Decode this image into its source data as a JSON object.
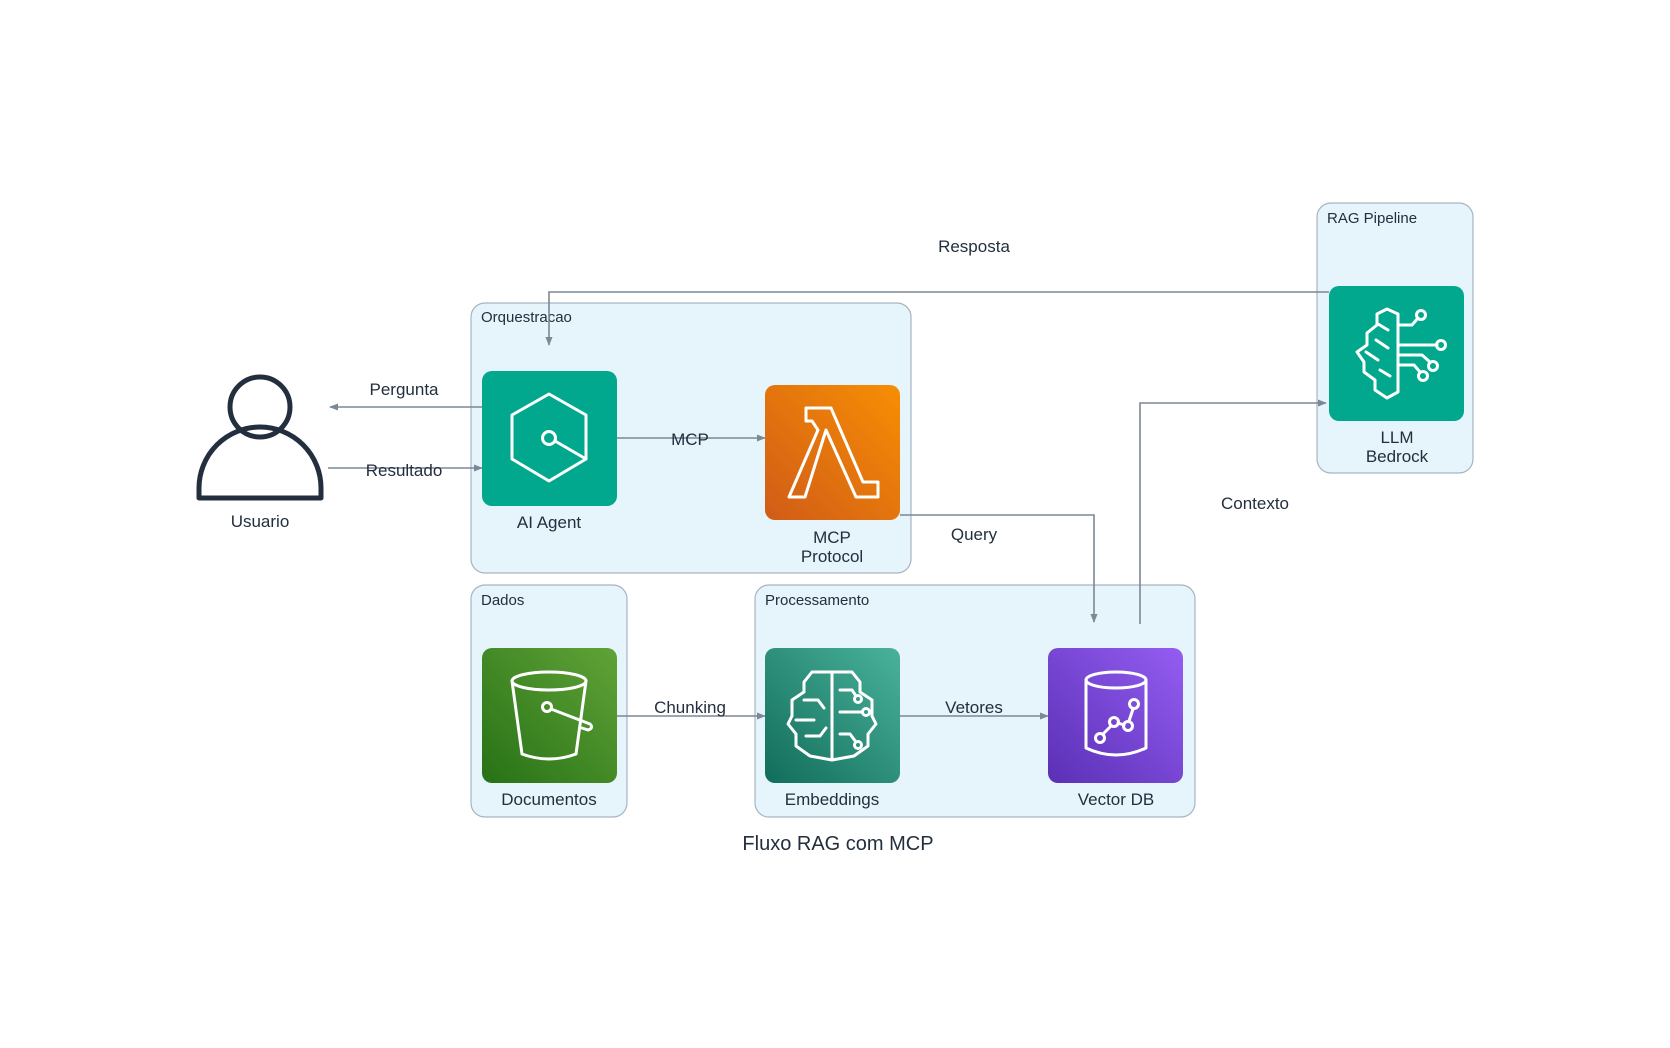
{
  "title": "Fluxo RAG com MCP",
  "clusters": {
    "orquestracao": "Orquestracao",
    "rag_pipeline": "RAG Pipeline",
    "dados": "Dados",
    "processamento": "Processamento"
  },
  "nodes": {
    "usuario": {
      "label": "Usuario",
      "icon": "user-icon"
    },
    "ai_agent": {
      "label": "AI Agent",
      "icon": "agent-hexagon-icon",
      "color": "#01a88d"
    },
    "mcp_protocol": {
      "label_line1": "MCP",
      "label_line2": "Protocol",
      "icon": "lambda-icon",
      "color": "#ed7100"
    },
    "llm_bedrock": {
      "label_line1": "LLM",
      "label_line2": "Bedrock",
      "icon": "bedrock-brain-icon",
      "color": "#01a88d"
    },
    "documentos": {
      "label": "Documentos",
      "icon": "bucket-icon",
      "color": "#3f8624"
    },
    "embeddings": {
      "label": "Embeddings",
      "icon": "brain-circuit-icon",
      "color": "#2e8b74"
    },
    "vector_db": {
      "label": "Vector DB",
      "icon": "database-graph-icon",
      "color": "#8c4fff"
    }
  },
  "edges": {
    "pergunta": "Pergunta",
    "resultado": "Resultado",
    "mcp": "MCP",
    "query": "Query",
    "contexto": "Contexto",
    "resposta": "Resposta",
    "chunking": "Chunking",
    "vetores": "Vetores"
  }
}
